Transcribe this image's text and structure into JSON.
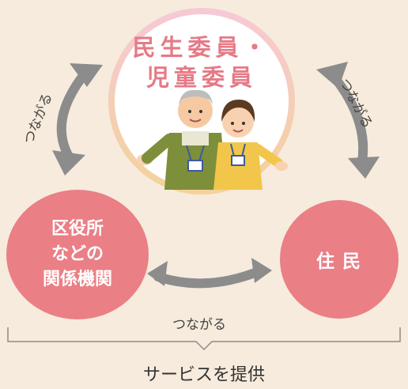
{
  "center": {
    "line1": "民生委員・",
    "line2": "児童委員"
  },
  "left": {
    "line1": "区役所",
    "line2": "などの",
    "line3": "関係機関"
  },
  "right": {
    "label": "住民"
  },
  "links": {
    "left": "つながる",
    "right": "つながる",
    "bottom": "つながる"
  },
  "footer": {
    "service": "サービスを提供"
  },
  "colors": {
    "circle": "#ea7f86",
    "title": "#e57a86",
    "arrow": "#8c8c8c",
    "background": "#f6ebdc"
  }
}
